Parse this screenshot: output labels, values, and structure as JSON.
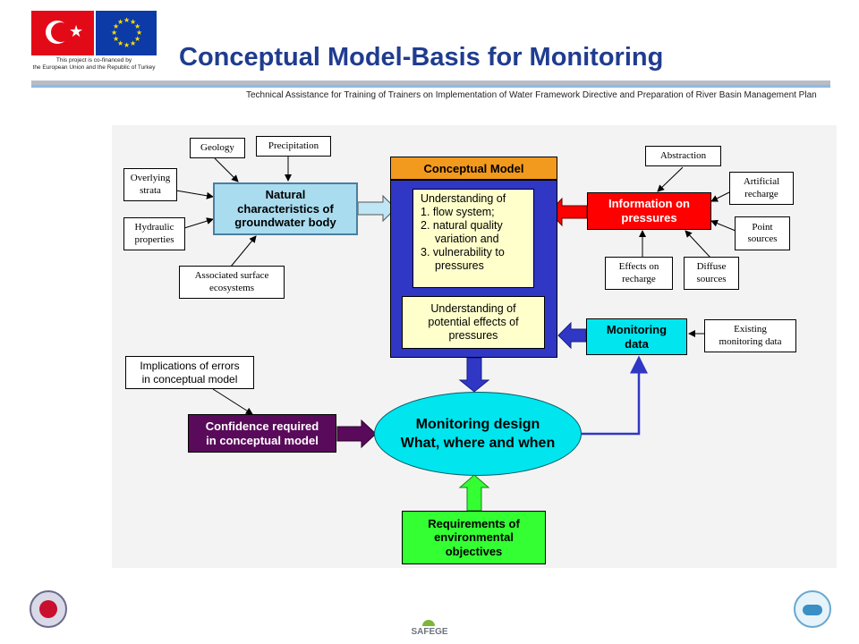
{
  "header": {
    "title": "Conceptual Model-Basis for Monitoring",
    "subtitle": "Technical Assistance for Training of Trainers on Implementation of Water Framework Directive and Preparation of River Basin Management Plan",
    "credit_line1": "This project is co-financed by",
    "credit_line2": "the European Union and the Republic of Turkey"
  },
  "diagram": {
    "inputs_left": {
      "geology": "Geology",
      "precipitation": "Precipitation",
      "overlying_strata": [
        "Overlying",
        "strata"
      ],
      "hydraulic_properties": [
        "Hydraulic",
        "properties"
      ],
      "associated_surface": [
        "Associated surface",
        "ecosystems"
      ]
    },
    "natural_characteristics": [
      "Natural",
      "characteristics of",
      "groundwater body"
    ],
    "conceptual_model": {
      "title": "Conceptual Model",
      "understanding_lines": [
        "Understanding of",
        "1. flow system;",
        "2. natural quality",
        "variation and",
        "3. vulnerability to",
        "pressures"
      ],
      "effects_lines": [
        "Understanding of",
        "potential effects of",
        "pressures"
      ]
    },
    "pressures": {
      "label": [
        "Information on",
        "pressures"
      ],
      "abstraction": "Abstraction",
      "artificial_recharge": [
        "Artificial",
        "recharge"
      ],
      "point_sources": [
        "Point",
        "sources"
      ],
      "effects_on_recharge": [
        "Effects on",
        "recharge"
      ],
      "diffuse_sources": [
        "Diffuse",
        "sources"
      ]
    },
    "monitoring_data": {
      "label": [
        "Monitoring",
        "data"
      ],
      "existing": [
        "Existing",
        "monitoring data"
      ]
    },
    "implications": [
      "Implications of errors",
      "in conceptual model"
    ],
    "confidence": [
      "Confidence required",
      "in conceptual model"
    ],
    "monitoring_design": [
      "Monitoring design",
      "What, where and when"
    ],
    "requirements": [
      "Requirements of",
      "environmental",
      "objectives"
    ]
  },
  "footer": {
    "safege": "SAFEGE"
  },
  "colors": {
    "title_blue": "#1f3c8f",
    "natural_box": "#a9dcef",
    "conceptual_orange": "#f29a1e",
    "conceptual_blue": "#2f37c4",
    "cream": "#ffffcc",
    "pressures_red": "#ff0000",
    "monitoring_cyan": "#00e5ee",
    "confidence_purple": "#5a0a5a",
    "requirements_green": "#33ff33"
  }
}
